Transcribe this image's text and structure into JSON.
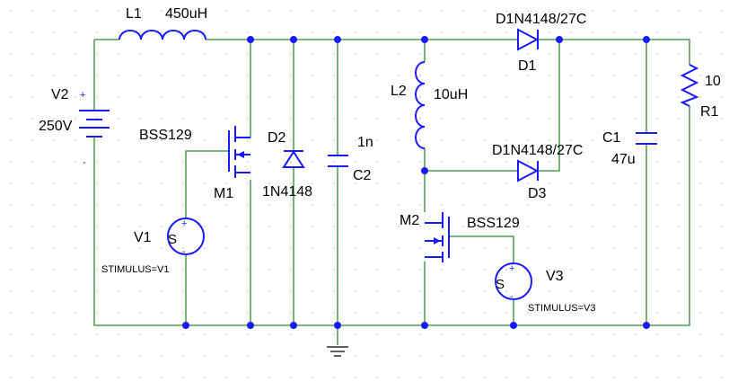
{
  "schematic": {
    "components": {
      "L1": {
        "ref": "L1",
        "value": "450uH"
      },
      "L2": {
        "ref": "L2",
        "value": "10uH"
      },
      "V2": {
        "ref": "V2",
        "value": "250V",
        "plus": "+",
        "minus": "-"
      },
      "V1": {
        "ref": "V1",
        "symbol": "S",
        "plus": "+",
        "minus": "-",
        "stimulus": "STIMULUS=V1"
      },
      "V3": {
        "ref": "V3",
        "symbol": "S",
        "plus": "+",
        "minus": "-",
        "stimulus": "STIMULUS=V3"
      },
      "M1": {
        "ref": "M1",
        "model": "BSS129"
      },
      "M2": {
        "ref": "M2",
        "model": "BSS129"
      },
      "D1": {
        "ref": "D1",
        "model": "D1N4148/27C"
      },
      "D2": {
        "ref": "D2",
        "model": "1N4148"
      },
      "D3": {
        "ref": "D3",
        "model": "D1N4148/27C"
      },
      "C1": {
        "ref": "C1",
        "value": "47u"
      },
      "C2": {
        "ref": "C2",
        "value": "1n"
      },
      "R1": {
        "ref": "R1",
        "value": "10"
      }
    },
    "colors": {
      "wire": "#2e8b2e",
      "component": "#1a1aff",
      "node": "#1a1aff",
      "grid_dot": "#b8b8b8",
      "text": "#000000"
    }
  }
}
